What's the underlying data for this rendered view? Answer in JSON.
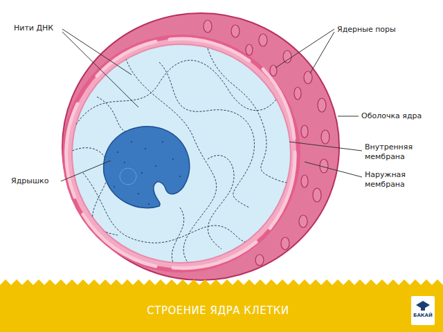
{
  "diagram": {
    "caption": "СТРОЕНИЕ ЯДРА КЛЕТКИ",
    "labels": [
      "Нити ДНК",
      "Ядерные поры",
      "Оболочка ядра",
      "Внутренняя мембрана",
      "Ядрышко",
      "Наружная мембрана",
      "БАКАЙ"
    ]
  }
}
